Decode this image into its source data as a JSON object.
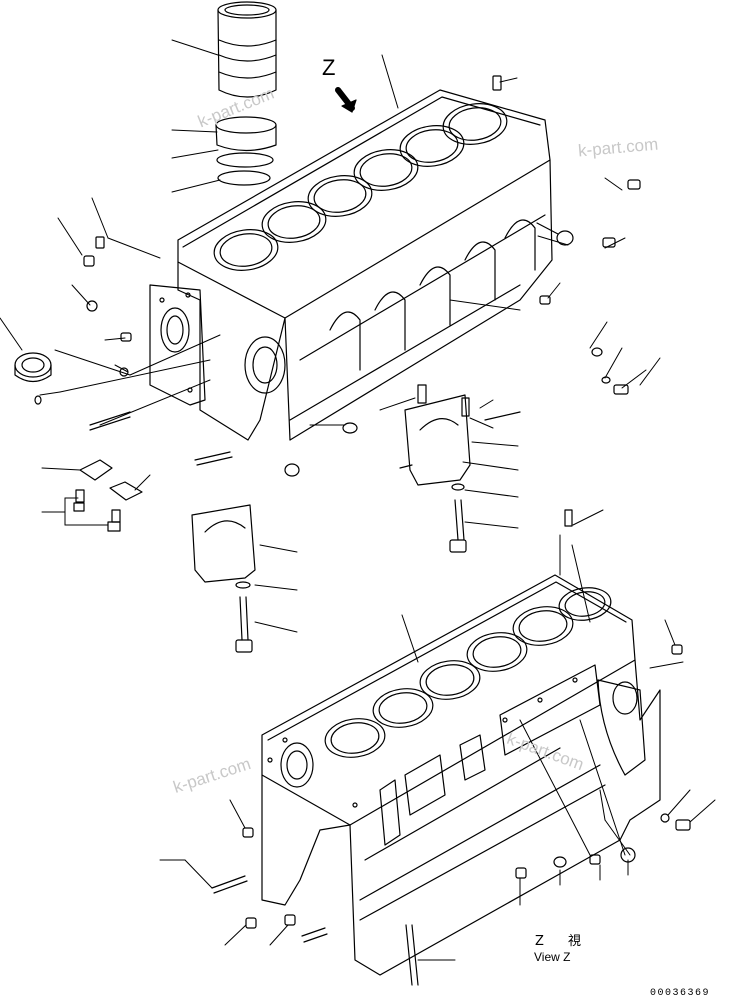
{
  "diagram": {
    "view_arrow_label": "Z",
    "view_label_japanese": "Z 視",
    "view_label_english": "View Z",
    "document_number": "00036369",
    "watermarks": [
      "k-part.com",
      "k-part.com",
      "k-part.com",
      "k-part.com"
    ]
  }
}
